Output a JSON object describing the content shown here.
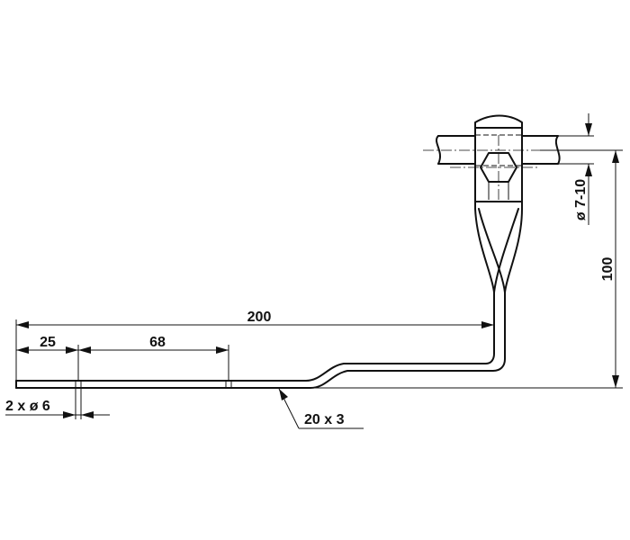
{
  "dimensions": {
    "overall_length": "200",
    "hole_offset": "25",
    "hole_spacing": "68",
    "height": "100",
    "bar_section": "20 x 3",
    "holes": "2 x ø 6",
    "shaft_diameter": "ø 7-10"
  },
  "colors": {
    "line": "#111111",
    "background": "#ffffff"
  }
}
